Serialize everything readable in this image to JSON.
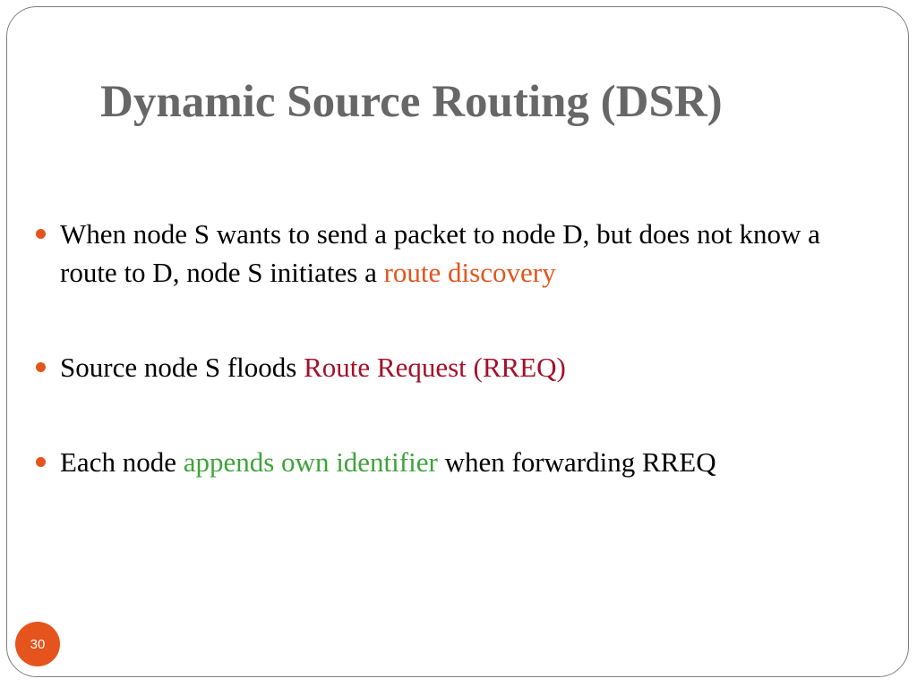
{
  "slide": {
    "title": "Dynamic Source Routing (DSR)",
    "page_number": "30",
    "bullets": [
      {
        "before": "When node S wants to send a packet to node D, but does not know a route to D, node S initiates a ",
        "highlight": "route discovery",
        "after": ""
      },
      {
        "before": "Source node S floods ",
        "highlight": "Route Request (RREQ)",
        "after": ""
      },
      {
        "before": "Each node ",
        "highlight": "appends own identifier",
        "after": " when forwarding RREQ"
      }
    ]
  },
  "colors": {
    "title": "#676767",
    "bullet_marker": "#e4541c",
    "highlight_orange": "#e4541c",
    "highlight_red": "#a3102a",
    "highlight_green": "#3fa33b",
    "page_badge": "#e4541c",
    "frame_border": "#7f7f7f"
  }
}
